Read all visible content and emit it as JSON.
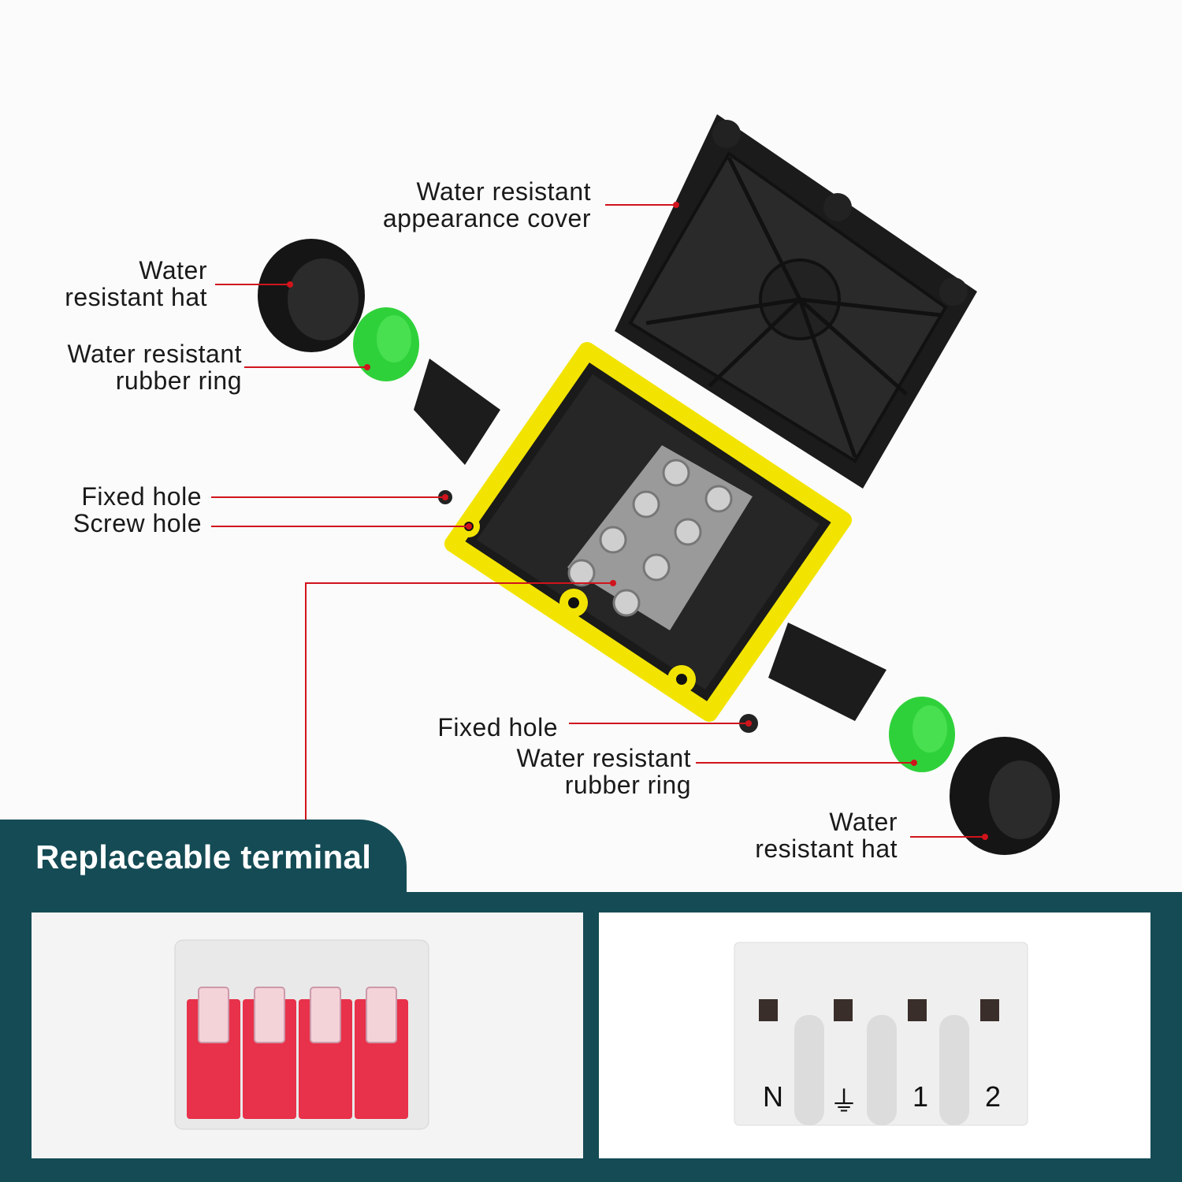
{
  "labels": {
    "cover": [
      "Water resistant",
      "appearance cover"
    ],
    "hat_left": [
      "Water",
      "resistant hat"
    ],
    "ring_left": [
      "Water resistant",
      "rubber ring"
    ],
    "fixed_hole_left": "Fixed hole",
    "screw_hole": "Screw hole",
    "fixed_hole_right": "Fixed hole",
    "ring_right": [
      "Water resistant",
      "rubber ring"
    ],
    "hat_right": [
      "Water",
      "resistant hat"
    ]
  },
  "section": {
    "title": "Replaceable terminal"
  },
  "terminal_markings": [
    "N",
    "⏚",
    "1",
    "2"
  ],
  "colors": {
    "teal": "#144b55",
    "leader": "#d0141c",
    "gasket": "#f2e400",
    "ring": "#2fd13a",
    "connector": "#e8314a"
  }
}
